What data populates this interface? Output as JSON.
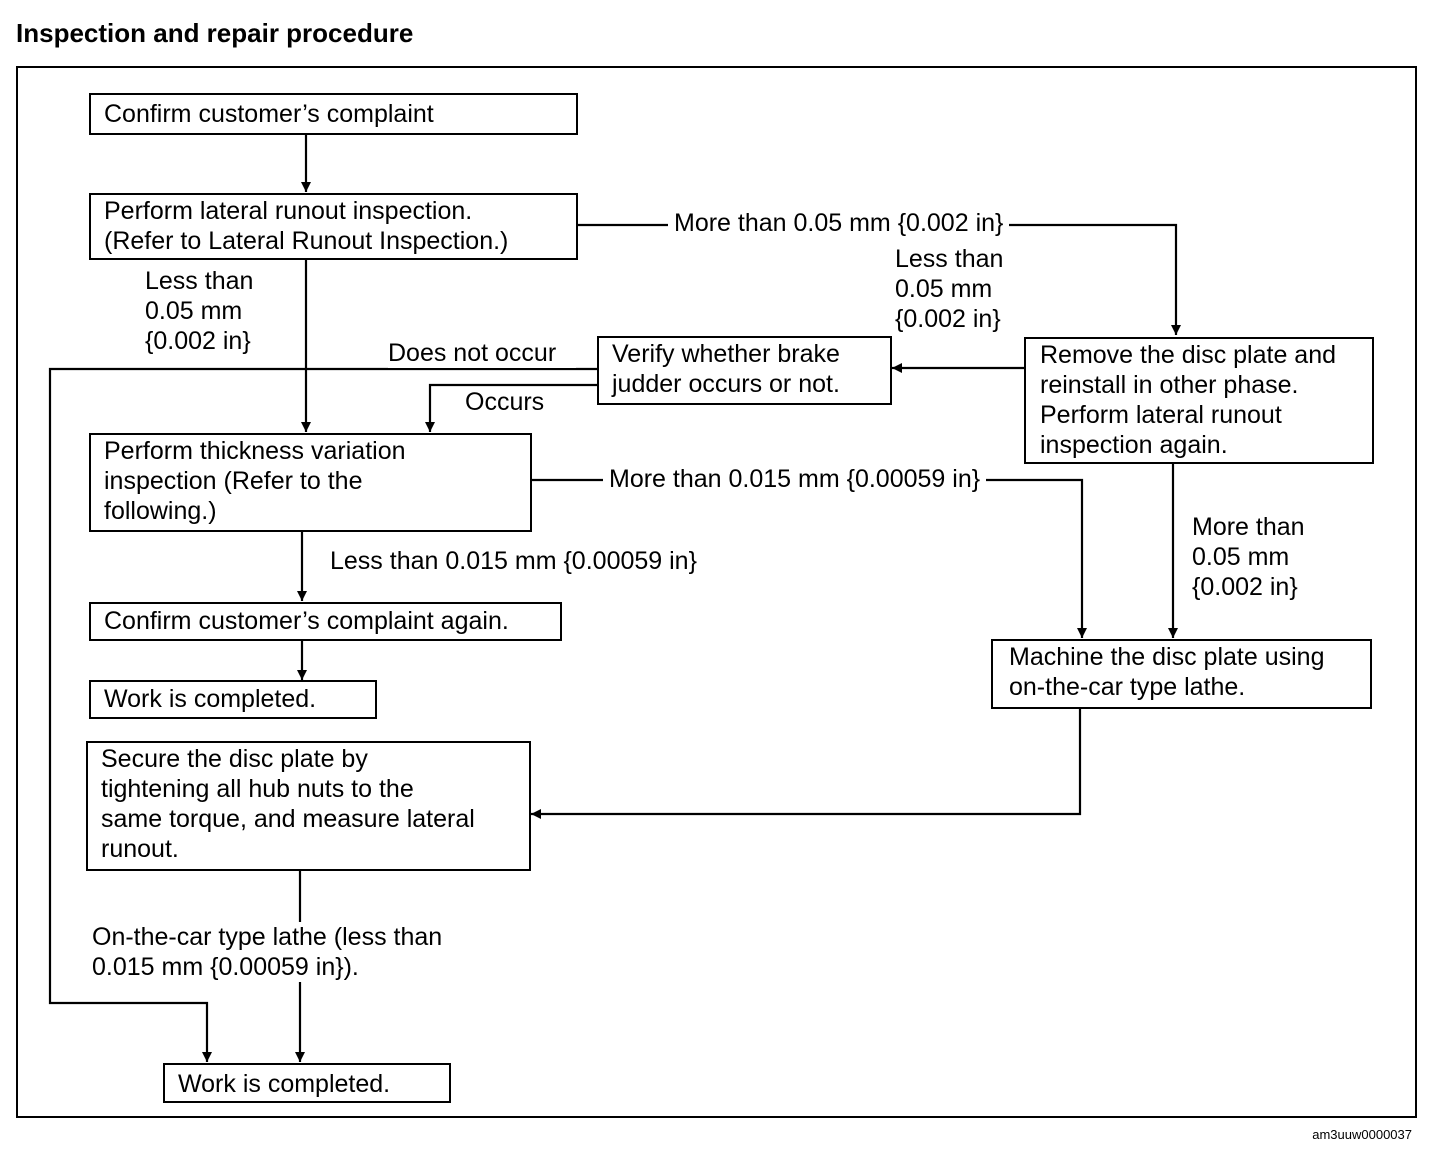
{
  "title": "Inspection and repair procedure",
  "figure_id": "am3uuw0000037",
  "boxes": {
    "confirm": "Confirm customer’s complaint",
    "lateral": "Perform lateral runout inspection.\n(Refer to Lateral Runout Inspection.)",
    "verify": "Verify whether brake\njudder occurs or not.",
    "remove": "Remove the disc plate and\nreinstall in other phase.\nPerform lateral runout\ninspection again.",
    "thickness": "Perform thickness variation\ninspection (Refer to the\nfollowing.)",
    "confirm_again": "Confirm customer’s complaint again.",
    "work_done_1": "Work is completed.",
    "machine": "Machine the disc plate using\non-the-car type lathe.",
    "secure": "Secure the disc plate by\ntightening all hub nuts to the\nsame torque, and measure lateral\nrunout.",
    "work_done_2": "Work is completed."
  },
  "labels": {
    "more_005_top": "More than 0.05 mm {0.002 in}",
    "less_005_left": "Less than\n0.05 mm\n{0.002 in}",
    "less_005_right": "Less than\n0.05 mm\n{0.002 in}",
    "does_not_occur": "Does not occur",
    "occurs": "Occurs",
    "more_0015": "More than 0.015 mm {0.00059 in}",
    "more_005_right": "More than\n0.05 mm\n{0.002 in}",
    "less_0015": "Less than 0.015 mm {0.00059 in}",
    "lathe_result": "On-the-car type lathe (less than\n0.015 mm {0.00059 in})."
  }
}
